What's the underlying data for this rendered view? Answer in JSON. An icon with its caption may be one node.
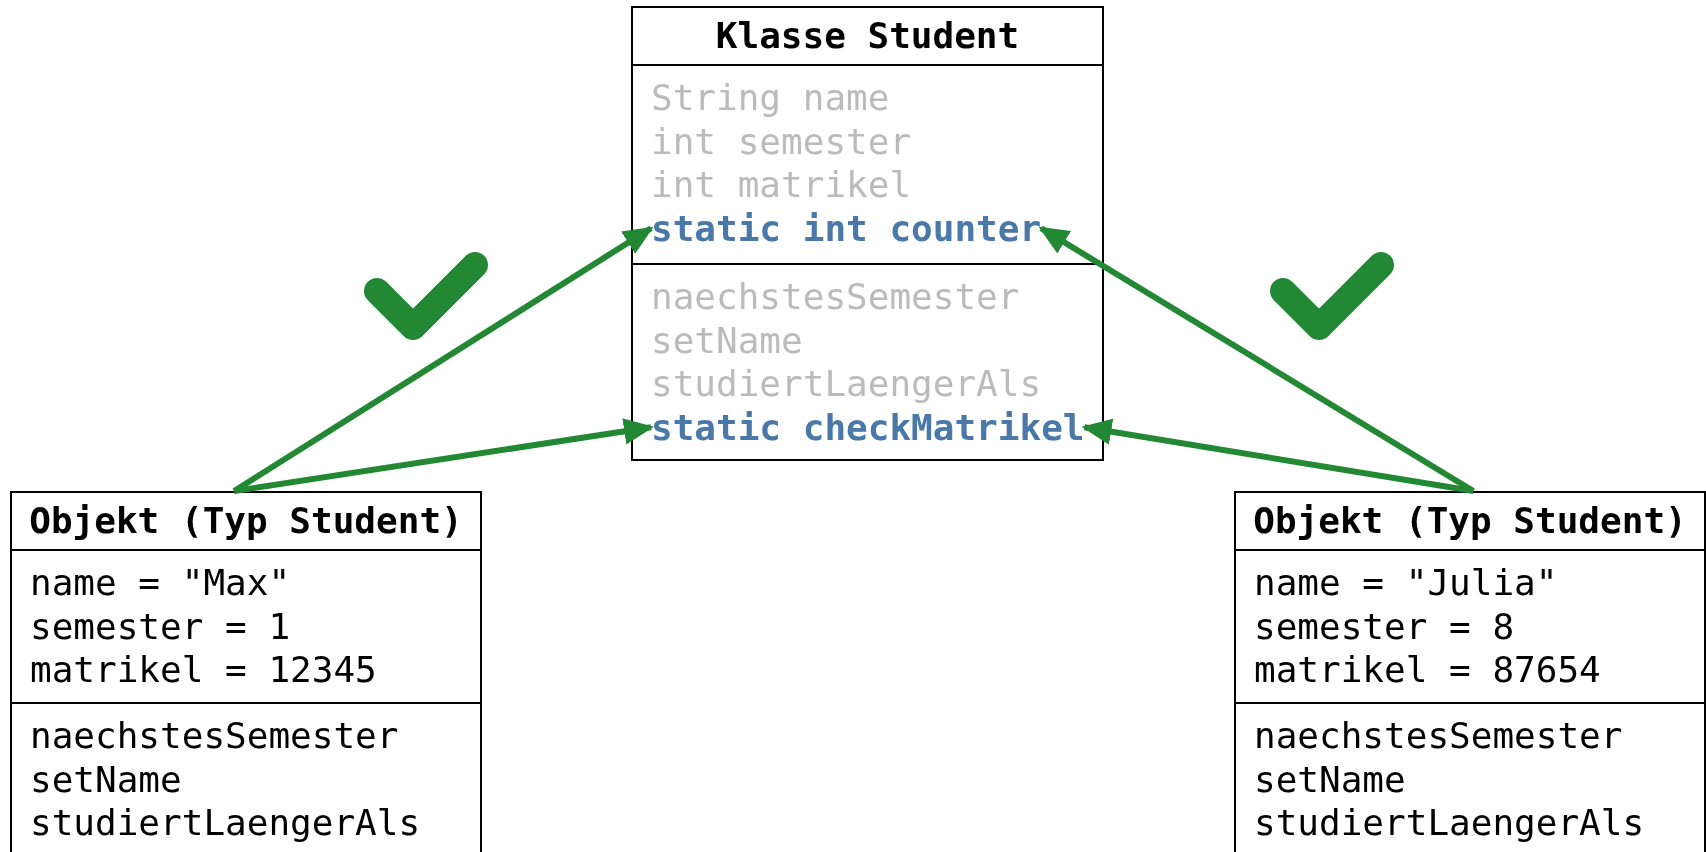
{
  "diagram": {
    "nodes": [
      {
        "text": [
          "Klasse Student"
        ]
      },
      {
        "text": [
          "String name",
          "int semester",
          "int matrikel"
        ],
        "in": 0
      },
      {
        "text": [
          "static int counter"
        ],
        "in": 1
      },
      {
        "text": [
          "naechstesSemester",
          "setName",
          "studiertLaengerAls"
        ],
        "in": 0
      },
      {
        "text": [
          "static checkMatrikel"
        ],
        "in": 3
      },
      {
        "text": [
          "Objekt (Typ Student)"
        ]
      },
      {
        "text": [
          "name = \"Max\"",
          "semester = 1",
          "matrikel = 12345"
        ],
        "in": 5
      },
      {
        "text": [
          "naechstesSemester",
          "setName",
          "studiertLaengerAls"
        ],
        "in": 5
      },
      {
        "text": [
          "Objekt (Typ Student)"
        ]
      },
      {
        "text": [
          "name = \"Julia\"",
          "semester = 8",
          "matrikel = 87654"
        ],
        "in": 8
      },
      {
        "text": [
          "naechstesSemester",
          "setName",
          "studiertLaengerAls"
        ],
        "in": 8
      }
    ],
    "edges": [
      {
        "from": 5,
        "to": 2,
        "arrow": "to"
      },
      {
        "from": 5,
        "to": 4,
        "arrow": "to"
      },
      {
        "from": 8,
        "to": 2,
        "arrow": "to"
      },
      {
        "from": 8,
        "to": 4,
        "arrow": "to"
      }
    ]
  }
}
